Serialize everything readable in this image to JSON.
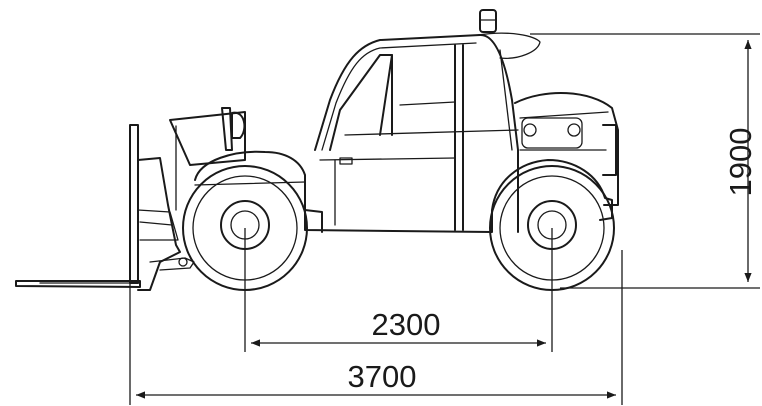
{
  "dimensions": {
    "height_label": "1900",
    "wheelbase_label": "2300",
    "overall_length_label": "3700"
  }
}
